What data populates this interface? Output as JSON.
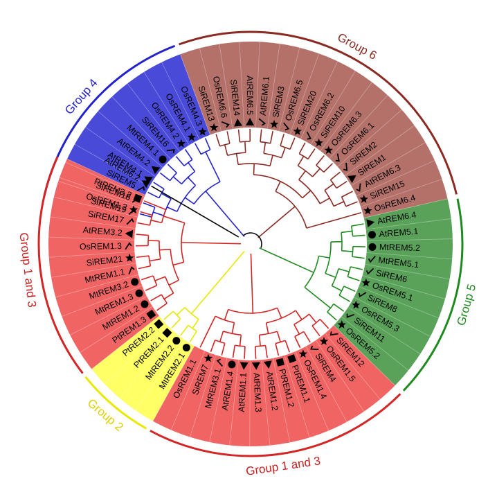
{
  "colors": {
    "group4": "#4a4ad8",
    "group5": "#5aa25a",
    "group6": "#b4716a",
    "group13": "#f06464",
    "group2": "#ffff66",
    "line4": "#2222cc",
    "line5": "#1e8a1e",
    "line6": "#8b2a22",
    "line13": "#d42424",
    "line2": "#e8e800",
    "lineBase": "#000000",
    "label4": "#2222cc",
    "label5": "#1e8a1e",
    "label6": "#8b2a22",
    "label13": "#c81e1e",
    "label2": "#e0d000"
  },
  "groups": [
    {
      "key": "g4",
      "label": "Group 4"
    },
    {
      "key": "g5",
      "label": "Group 5"
    },
    {
      "key": "g6",
      "label": "Group 6"
    },
    {
      "key": "g13a",
      "label": "Group 1 and 3"
    },
    {
      "key": "g13b",
      "label": "Group 1 and 3"
    },
    {
      "key": "g2",
      "label": "Group 2"
    }
  ],
  "leaves": [
    {
      "name": "SiREM19",
      "marker": "check",
      "group": "g4"
    },
    {
      "name": "SiREM18",
      "marker": "check",
      "group": "g4"
    },
    {
      "name": "SiREM5",
      "marker": "check",
      "group": "g4"
    },
    {
      "name": "AtREM4.1",
      "marker": "triangle",
      "group": "g4"
    },
    {
      "name": "AtREM4.2",
      "marker": "triangle",
      "group": "g4"
    },
    {
      "name": "MtREM4.1",
      "marker": "circle",
      "group": "g4"
    },
    {
      "name": "SiREM16",
      "marker": "check",
      "group": "g4"
    },
    {
      "name": "OsREM4.2",
      "marker": "star",
      "group": "g4"
    },
    {
      "name": "OsREM4.1",
      "marker": "star",
      "group": "g4"
    },
    {
      "name": "OsREM4.3",
      "marker": "star",
      "group": "g4"
    },
    {
      "name": "SiREM13",
      "marker": "star",
      "group": "g6"
    },
    {
      "name": "OsREM6.6",
      "marker": "check",
      "group": "g6"
    },
    {
      "name": "SiREM14",
      "marker": "triangle",
      "group": "g6"
    },
    {
      "name": "AtREM6.5",
      "marker": "triangle",
      "group": "g6"
    },
    {
      "name": "AtREM6.1",
      "marker": "check",
      "group": "g6"
    },
    {
      "name": "SiREM3",
      "marker": "star",
      "group": "g6"
    },
    {
      "name": "OsREM6.5",
      "marker": "check",
      "group": "g6"
    },
    {
      "name": "SiREM20",
      "marker": "star",
      "group": "g6"
    },
    {
      "name": "OsREM6.2",
      "marker": "check",
      "group": "g6"
    },
    {
      "name": "SiREM10",
      "marker": "star",
      "group": "g6"
    },
    {
      "name": "OsREM6.3",
      "marker": "star",
      "group": "g6"
    },
    {
      "name": "OsREM6.1",
      "marker": "check",
      "group": "g6"
    },
    {
      "name": "SiREM2",
      "marker": "check",
      "group": "g6"
    },
    {
      "name": "SiREM1",
      "marker": "triangle",
      "group": "g6"
    },
    {
      "name": "AtREM6.3",
      "marker": "check",
      "group": "g6"
    },
    {
      "name": "SiREM15",
      "marker": "star",
      "group": "g6"
    },
    {
      "name": "OsREM6.4",
      "marker": "star",
      "group": "g6"
    },
    {
      "name": "AtREM6.4",
      "marker": "triangle",
      "group": "g5"
    },
    {
      "name": "AtREM5.1",
      "marker": "circle",
      "group": "g5"
    },
    {
      "name": "MtREM5.2",
      "marker": "circle",
      "group": "g5"
    },
    {
      "name": "MtREM5.1",
      "marker": "check",
      "group": "g5"
    },
    {
      "name": "SiREM6",
      "marker": "check",
      "group": "g5"
    },
    {
      "name": "OsREM5.1",
      "marker": "star",
      "group": "g5"
    },
    {
      "name": "SiREM8",
      "marker": "check",
      "group": "g5"
    },
    {
      "name": "OsREM5.3",
      "marker": "star",
      "group": "g5"
    },
    {
      "name": "SiREM11",
      "marker": "check",
      "group": "g5"
    },
    {
      "name": "OsREM5.2",
      "marker": "star",
      "group": "g5"
    },
    {
      "name": "SiREM12",
      "marker": "check",
      "group": "g13b"
    },
    {
      "name": "OsREM1.5",
      "marker": "star",
      "group": "g13b"
    },
    {
      "name": "SiREM4",
      "marker": "check",
      "group": "g13b"
    },
    {
      "name": "OsREM1.4",
      "marker": "star",
      "group": "g13b"
    },
    {
      "name": "PtREM1.1",
      "marker": "square",
      "group": "g13b"
    },
    {
      "name": "PtREM1.2",
      "marker": "square",
      "group": "g13b"
    },
    {
      "name": "AtREM1.2",
      "marker": "triangle",
      "group": "g13b"
    },
    {
      "name": "AtREM1.3",
      "marker": "triangle",
      "group": "g13b"
    },
    {
      "name": "AtREM1.1",
      "marker": "triangle",
      "group": "g13b"
    },
    {
      "name": "AtREM1.4",
      "marker": "circle",
      "group": "g13b"
    },
    {
      "name": "MtREM3.1",
      "marker": "check",
      "group": "g13b"
    },
    {
      "name": "SiREM7",
      "marker": "star",
      "group": "g13b"
    },
    {
      "name": "OsREM1.1",
      "marker": "none",
      "group": "g13b"
    },
    {
      "name": "MtREM2.1",
      "marker": "circle",
      "group": "g2"
    },
    {
      "name": "MtREM2.2",
      "marker": "circle",
      "group": "g2"
    },
    {
      "name": "PtREM2.1",
      "marker": "square",
      "group": "g2"
    },
    {
      "name": "PtREM2.2",
      "marker": "square",
      "group": "g2"
    },
    {
      "name": "PtREM1.3",
      "marker": "square",
      "group": "g13a"
    },
    {
      "name": "MtREM1.2",
      "marker": "circle",
      "group": "g13a"
    },
    {
      "name": "MtREM1.3",
      "marker": "circle",
      "group": "g13a"
    },
    {
      "name": "MtREM3.2",
      "marker": "circle",
      "group": "g13a"
    },
    {
      "name": "MtREM1.1",
      "marker": "check",
      "group": "g13a"
    },
    {
      "name": "SiREM21",
      "marker": "star",
      "group": "g13a"
    },
    {
      "name": "OsREM1.3",
      "marker": "check",
      "group": "g13a"
    },
    {
      "name": "AtREM3.2",
      "marker": "triangle",
      "group": "g13a"
    },
    {
      "name": "SiREM17",
      "marker": "check",
      "group": "g13a"
    },
    {
      "name": "OsREM1.2",
      "marker": "star",
      "group": "g13a"
    },
    {
      "name": "PtREM3.2",
      "marker": "square",
      "group": "g13a"
    },
    {
      "name": "AtREM6.2",
      "marker": "triangle",
      "group": "none"
    }
  ]
}
